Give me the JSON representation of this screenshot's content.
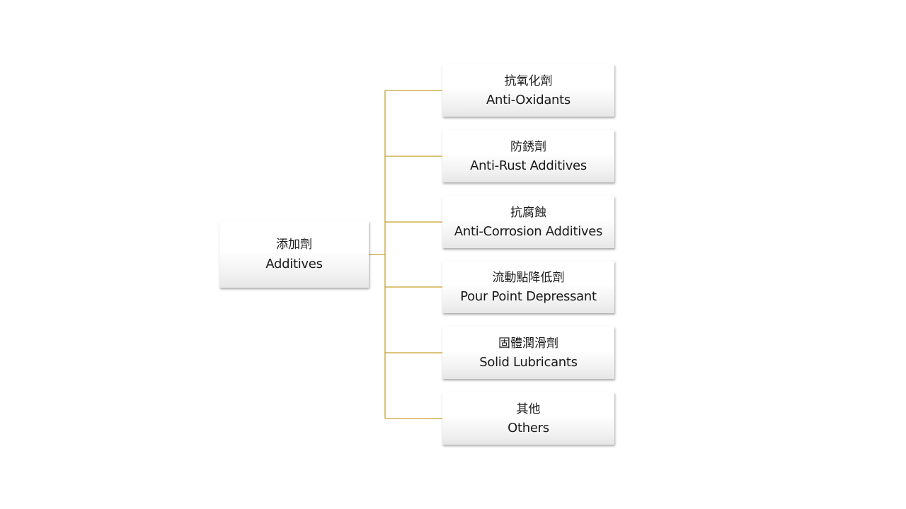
{
  "diagram": {
    "line_color": "#c8a02a",
    "root": {
      "zh": "添加劑",
      "en": "Additives"
    },
    "children": [
      {
        "zh": "抗氧化劑",
        "en": "Anti-Oxidants"
      },
      {
        "zh": "防銹劑",
        "en": "Anti-Rust Additives"
      },
      {
        "zh": "抗腐蝕",
        "en": "Anti-Corrosion Additives"
      },
      {
        "zh": "流動點降低劑",
        "en": "Pour Point Depressant"
      },
      {
        "zh": "固體潤滑劑",
        "en": "Solid Lubricants"
      },
      {
        "zh": "其他",
        "en": "Others"
      }
    ]
  }
}
